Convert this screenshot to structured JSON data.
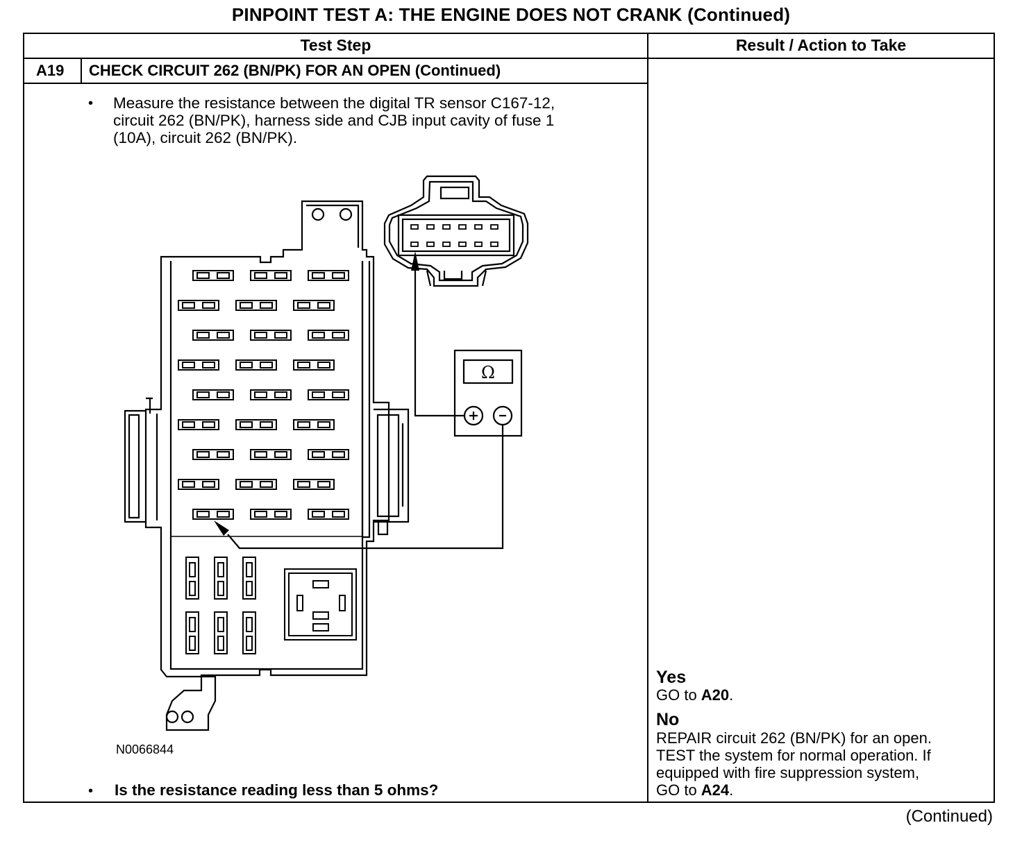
{
  "page_title": "PINPOINT TEST  A: THE ENGINE DOES NOT CRANK (Continued)",
  "table": {
    "col_test_step": "Test Step",
    "col_result": "Result / Action to Take"
  },
  "step": {
    "id": "A19",
    "title": "CHECK CIRCUIT 262 (BN/PK) FOR AN OPEN (Continued)",
    "instruction_1": "Measure the resistance between the digital TR sensor C167-12,",
    "instruction_2": "circuit 262 (BN/PK), harness side and CJB input cavity of fuse 1",
    "instruction_3": "(10A), circuit 262 (BN/PK).",
    "figure_id": "N0066844",
    "question": "Is the resistance reading less than 5 ohms?",
    "bullet_glyph": "•"
  },
  "results": {
    "yes_label": "Yes",
    "yes_go": "GO to ",
    "yes_target": "A20",
    "yes_end": ".",
    "no_label": "No",
    "no_line1": "REPAIR circuit 262 (BN/PK) for an open.",
    "no_line2": "TEST the system for normal operation. If",
    "no_line3": "equipped with fire suppression system,",
    "no_go": "GO to ",
    "no_target": "A24",
    "no_end": "."
  },
  "meter_symbol": "Ω",
  "footer_continued": "(Continued)"
}
